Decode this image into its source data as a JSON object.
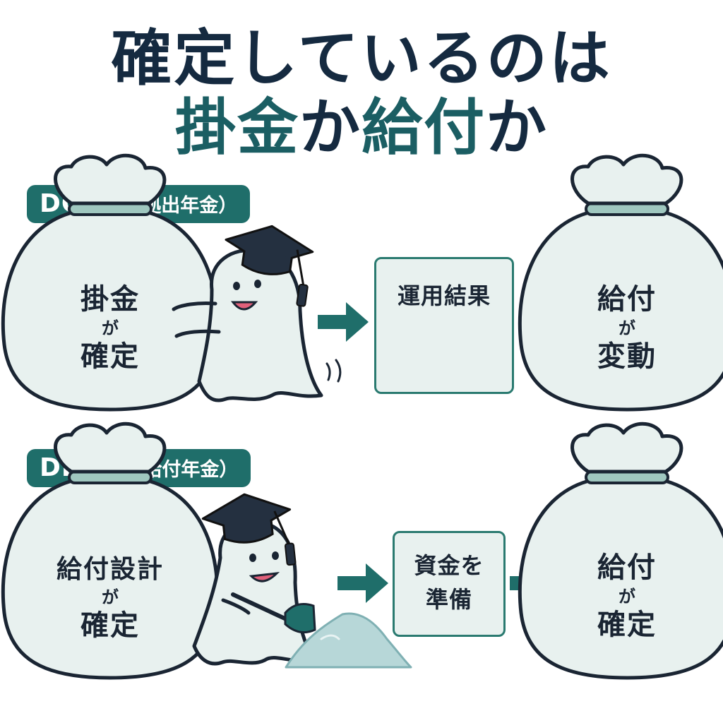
{
  "title": {
    "line1": "確定しているのは",
    "line2_part1": "掛金",
    "line2_part2": "か",
    "line2_part3": "給付",
    "line2_part4": "か"
  },
  "dc": {
    "label_code": "DC",
    "label_sub": "（確定拠出年金）",
    "start_bag": {
      "line1": "掛金",
      "connector": "が",
      "line2": "確定"
    },
    "process": {
      "line1": "運用結果"
    },
    "end_bag": {
      "line1": "給付",
      "connector": "が",
      "line2": "変動"
    }
  },
  "db": {
    "label_code": "DB",
    "label_sub": "（確定給付年金）",
    "start_bag": {
      "line1": "給付設計",
      "connector": "が",
      "line2": "確定"
    },
    "process": {
      "line1": "資金を",
      "line2": "準備"
    },
    "end_bag": {
      "line1": "給付",
      "connector": "が",
      "line2": "確定"
    }
  },
  "colors": {
    "accent": "#1f6e6a",
    "title_dark": "#152a40",
    "title_accent": "#1b5e63",
    "bag_fill": "#e8f1ef",
    "outline": "#1a2533",
    "arrow": "#1f6e6a"
  },
  "icons": {
    "bag": "money-bag-icon",
    "ghost": "ghost-mascot-icon",
    "cap": "graduation-cap-icon",
    "trend": "trend-up-icon",
    "arrow": "arrow-right-icon",
    "shovel": "shovel-icon",
    "pile": "sand-pile-icon"
  }
}
